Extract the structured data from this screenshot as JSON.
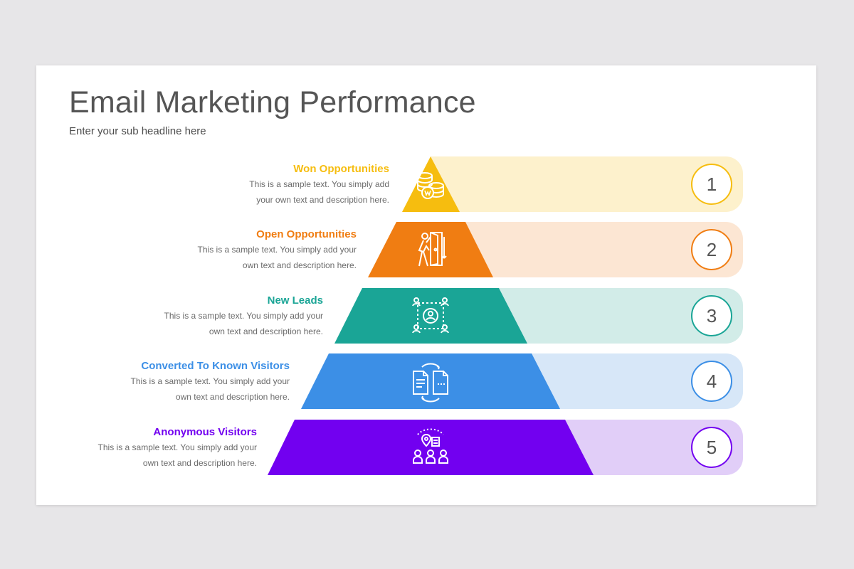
{
  "slide": {
    "title": "Email Marketing Performance",
    "subtitle": "Enter your sub headline here"
  },
  "levels": [
    {
      "number": "1",
      "title": "Won Opportunities",
      "desc_line1": "This is a sample text. You simply add",
      "desc_line2": "your own text and description here.",
      "icon": "coins-money-icon",
      "color": "#f6bd0f",
      "band_color": "#fdf1cc"
    },
    {
      "number": "2",
      "title": "Open Opportunities",
      "desc_line1": "This is a sample text. You simply add your",
      "desc_line2": "own text and description here.",
      "icon": "person-entering-door-icon",
      "color": "#f07d12",
      "band_color": "#fce6d3"
    },
    {
      "number": "3",
      "title": "New Leads",
      "desc_line1": "This is a sample text. You simply add your",
      "desc_line2": "own text and description here.",
      "icon": "lead-network-icon",
      "color": "#1aa596",
      "band_color": "#d2ece8"
    },
    {
      "number": "4",
      "title": "Converted To Known Visitors",
      "desc_line1": "This is a sample text. You simply add your",
      "desc_line2": "own text and description here.",
      "icon": "document-exchange-icon",
      "color": "#3c8fe6",
      "band_color": "#d7e7f8"
    },
    {
      "number": "5",
      "title": "Anonymous Visitors",
      "desc_line1": "This is a sample text. You simply add your",
      "desc_line2": "own text and description here.",
      "icon": "visitors-group-icon",
      "color": "#7200f0",
      "band_color": "#e1cef8"
    }
  ]
}
